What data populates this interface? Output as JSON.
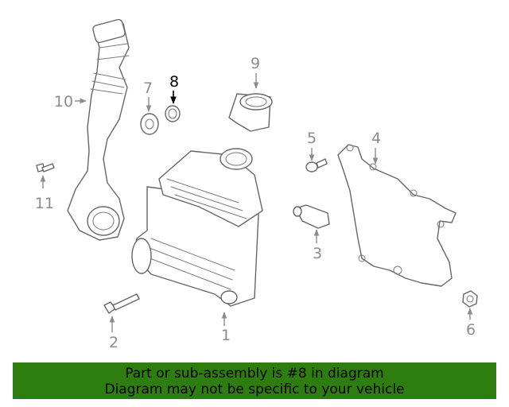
{
  "callouts": [
    {
      "id": "1",
      "text": "1",
      "highlighted": false
    },
    {
      "id": "2",
      "text": "2",
      "highlighted": false
    },
    {
      "id": "3",
      "text": "3",
      "highlighted": false
    },
    {
      "id": "4",
      "text": "4",
      "highlighted": false
    },
    {
      "id": "5",
      "text": "5",
      "highlighted": false
    },
    {
      "id": "6",
      "text": "6",
      "highlighted": false
    },
    {
      "id": "7",
      "text": "7",
      "highlighted": false
    },
    {
      "id": "8",
      "text": "8",
      "highlighted": true
    },
    {
      "id": "9",
      "text": "9",
      "highlighted": false
    },
    {
      "id": "10",
      "text": "10",
      "highlighted": false
    },
    {
      "id": "11",
      "text": "11",
      "highlighted": false
    }
  ],
  "banner": {
    "line1": "Part or sub-assembly is #8 in diagram",
    "line2": "Diagram may not be specific to your vehicle",
    "background": "#2e7d0f"
  }
}
